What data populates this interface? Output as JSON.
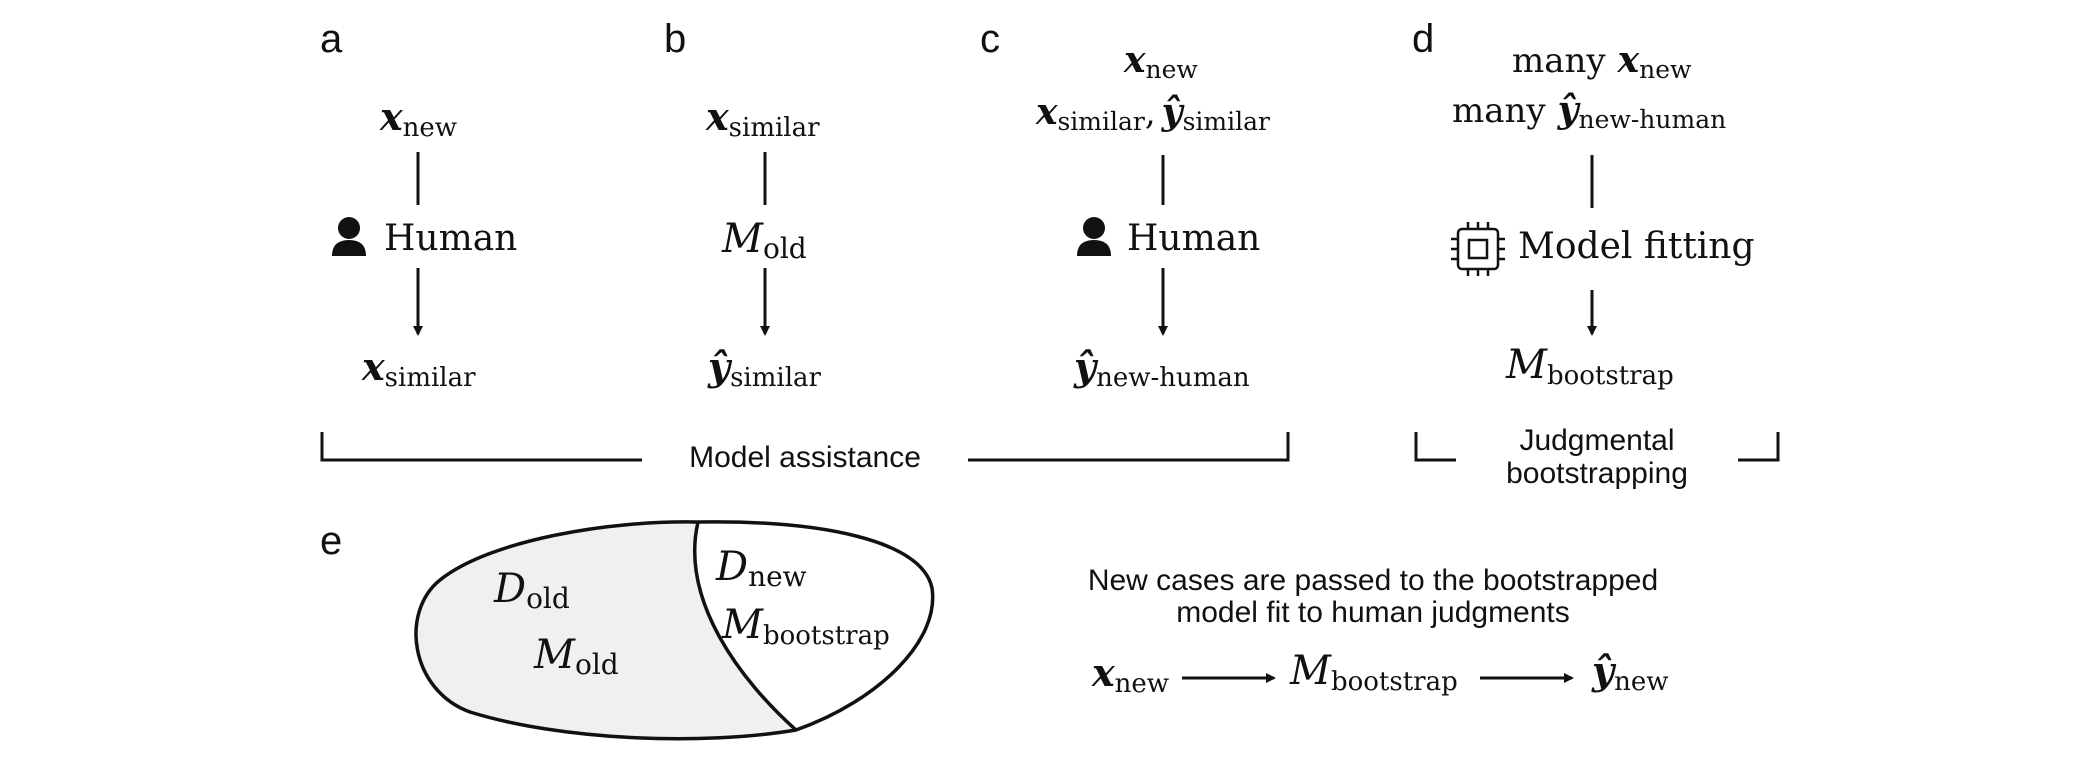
{
  "panels": {
    "a": {
      "letter": "a",
      "input": {
        "symbol": "x",
        "sub": "new"
      },
      "node": "Human",
      "node_icon": "person-icon",
      "output": {
        "symbol": "x",
        "sub": "similar"
      }
    },
    "b": {
      "letter": "b",
      "input": {
        "symbol": "x",
        "sub": "similar"
      },
      "node": {
        "symbol": "M",
        "sub": "old"
      },
      "output": {
        "symbol": "ŷ",
        "sub": "similar"
      }
    },
    "c": {
      "letter": "c",
      "input_line1": {
        "symbol": "x",
        "sub": "new"
      },
      "input_line2": {
        "symbol1": "x",
        "sub1": "similar",
        "sep": ",",
        "symbol2": "ŷ",
        "sub2": "similar"
      },
      "node": "Human",
      "node_icon": "person-icon",
      "output": {
        "symbol": "ŷ",
        "sub": "new-human"
      }
    },
    "d": {
      "letter": "d",
      "input_line1": {
        "prefix": "many",
        "symbol": "x",
        "sub": "new"
      },
      "input_line2": {
        "prefix": "many",
        "symbol": "ŷ",
        "sub": "new-human"
      },
      "node": "Model fitting",
      "node_icon": "chip-icon",
      "output": {
        "symbol": "M",
        "sub": "bootstrap"
      }
    },
    "e": {
      "letter": "e",
      "region_old_d": {
        "symbol": "D",
        "sub": "old"
      },
      "region_old_m": {
        "symbol": "M",
        "sub": "old"
      },
      "region_new_d": {
        "symbol": "D",
        "sub": "new"
      },
      "region_new_m": {
        "symbol": "M",
        "sub": "bootstrap"
      },
      "caption_line1": "New cases are passed to the bootstrapped",
      "caption_line2": "model fit to human judgments",
      "flow_in": {
        "symbol": "x",
        "sub": "new"
      },
      "flow_mid": {
        "symbol": "M",
        "sub": "bootstrap"
      },
      "flow_out": {
        "symbol": "ŷ",
        "sub": "new"
      }
    }
  },
  "brackets": {
    "model_assistance": "Model assistance",
    "judgmental_line1": "Judgmental",
    "judgmental_line2": "bootstrapping"
  },
  "colors": {
    "ink": "#111111",
    "old_region_fill": "#f0f0f0"
  }
}
